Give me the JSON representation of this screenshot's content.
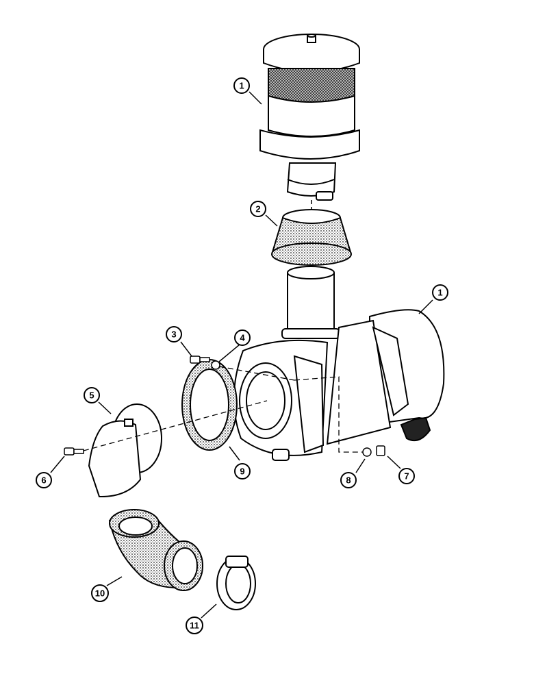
{
  "callouts": [
    {
      "id": "c1a",
      "label": "1"
    },
    {
      "id": "c2",
      "label": "2"
    },
    {
      "id": "c1b",
      "label": "1"
    },
    {
      "id": "c3",
      "label": "3"
    },
    {
      "id": "c4",
      "label": "4"
    },
    {
      "id": "c5",
      "label": "5"
    },
    {
      "id": "c6",
      "label": "6"
    },
    {
      "id": "c9",
      "label": "9"
    },
    {
      "id": "c8",
      "label": "8"
    },
    {
      "id": "c7",
      "label": "7"
    },
    {
      "id": "c10",
      "label": "10"
    },
    {
      "id": "c11",
      "label": "11"
    }
  ]
}
